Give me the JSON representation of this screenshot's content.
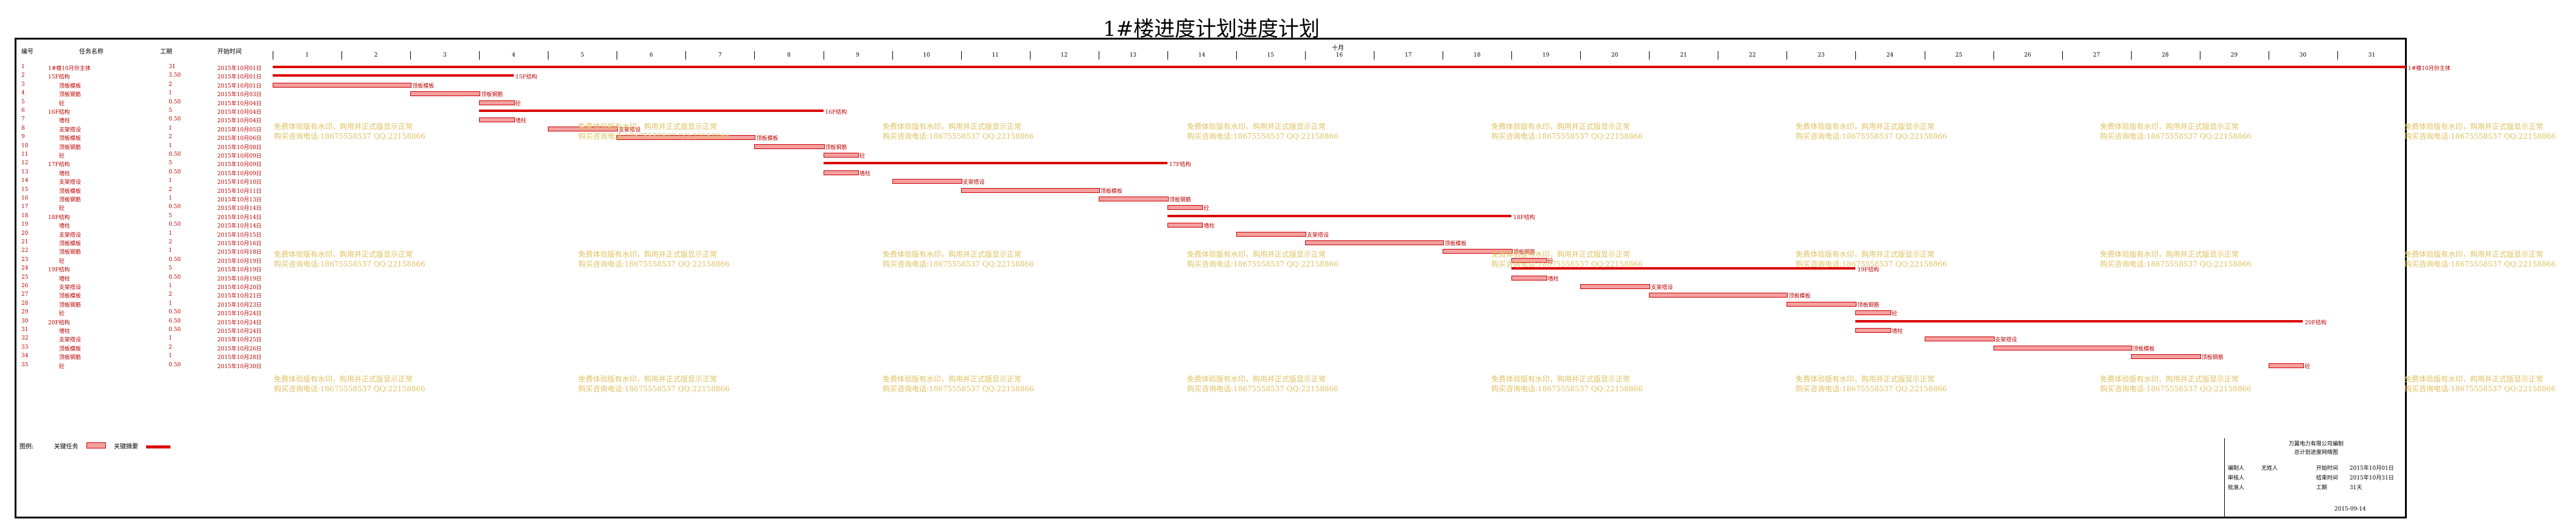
{
  "title": "1#楼进度计划进度计划",
  "headers": {
    "no": "编号",
    "task": "任务名称",
    "duration": "工期",
    "start": "开始时间",
    "month": "十月"
  },
  "days": [
    "1",
    "2",
    "3",
    "4",
    "5",
    "6",
    "7",
    "8",
    "9",
    "10",
    "11",
    "12",
    "13",
    "14",
    "15",
    "16",
    "17",
    "18",
    "19",
    "20",
    "21",
    "22",
    "23",
    "24",
    "25",
    "26",
    "27",
    "28",
    "29",
    "30",
    "31"
  ],
  "rows": [
    {
      "no": "1",
      "task": "1#楼10月份主体",
      "dur": "31",
      "start": "2015年10月01日"
    },
    {
      "no": "2",
      "task": "15F结构",
      "dur": "3.50",
      "start": "2015年10月01日"
    },
    {
      "no": "3",
      "task": "顶板模板",
      "dur": "2",
      "start": "2015年10月01日"
    },
    {
      "no": "4",
      "task": "顶板钢筋",
      "dur": "1",
      "start": "2015年10月03日"
    },
    {
      "no": "5",
      "task": "砼",
      "dur": "0.50",
      "start": "2015年10月04日"
    },
    {
      "no": "6",
      "task": "16F结构",
      "dur": "5",
      "start": "2015年10月04日"
    },
    {
      "no": "7",
      "task": "墙柱",
      "dur": "0.50",
      "start": "2015年10月04日"
    },
    {
      "no": "8",
      "task": "支架搭设",
      "dur": "1",
      "start": "2015年10月05日"
    },
    {
      "no": "9",
      "task": "顶板模板",
      "dur": "2",
      "start": "2015年10月06日"
    },
    {
      "no": "10",
      "task": "顶板钢筋",
      "dur": "1",
      "start": "2015年10月08日"
    },
    {
      "no": "11",
      "task": "砼",
      "dur": "0.50",
      "start": "2015年10月09日"
    },
    {
      "no": "12",
      "task": "17F结构",
      "dur": "5",
      "start": "2015年10月09日"
    },
    {
      "no": "13",
      "task": "墙柱",
      "dur": "0.50",
      "start": "2015年10月09日"
    },
    {
      "no": "14",
      "task": "支架搭设",
      "dur": "1",
      "start": "2015年10月10日"
    },
    {
      "no": "15",
      "task": "顶板模板",
      "dur": "2",
      "start": "2015年10月11日"
    },
    {
      "no": "16",
      "task": "顶板钢筋",
      "dur": "1",
      "start": "2015年10月13日"
    },
    {
      "no": "17",
      "task": "砼",
      "dur": "0.50",
      "start": "2015年10月14日"
    },
    {
      "no": "18",
      "task": "18F结构",
      "dur": "5",
      "start": "2015年10月14日"
    },
    {
      "no": "19",
      "task": "墙柱",
      "dur": "0.50",
      "start": "2015年10月14日"
    },
    {
      "no": "20",
      "task": "支架搭设",
      "dur": "1",
      "start": "2015年10月15日"
    },
    {
      "no": "21",
      "task": "顶板模板",
      "dur": "2",
      "start": "2015年10月16日"
    },
    {
      "no": "22",
      "task": "顶板钢筋",
      "dur": "1",
      "start": "2015年10月18日"
    },
    {
      "no": "23",
      "task": "砼",
      "dur": "0.50",
      "start": "2015年10月19日"
    },
    {
      "no": "24",
      "task": "19F结构",
      "dur": "5",
      "start": "2015年10月19日"
    },
    {
      "no": "25",
      "task": "墙柱",
      "dur": "0.50",
      "start": "2015年10月19日"
    },
    {
      "no": "26",
      "task": "支架搭设",
      "dur": "1",
      "start": "2015年10月20日"
    },
    {
      "no": "27",
      "task": "顶板模板",
      "dur": "2",
      "start": "2015年10月21日"
    },
    {
      "no": "28",
      "task": "顶板钢筋",
      "dur": "1",
      "start": "2015年10月23日"
    },
    {
      "no": "29",
      "task": "砼",
      "dur": "0.50",
      "start": "2015年10月24日"
    },
    {
      "no": "30",
      "task": "20F结构",
      "dur": "6.50",
      "start": "2015年10月24日"
    },
    {
      "no": "31",
      "task": "墙柱",
      "dur": "0.50",
      "start": "2015年10月24日"
    },
    {
      "no": "32",
      "task": "支架搭设",
      "dur": "1",
      "start": "2015年10月25日"
    },
    {
      "no": "33",
      "task": "顶板模板",
      "dur": "2",
      "start": "2015年10月26日"
    },
    {
      "no": "34",
      "task": "顶板钢筋",
      "dur": "1",
      "start": "2015年10月28日"
    },
    {
      "no": "35",
      "task": "砼",
      "dur": "0.50",
      "start": "2015年10月30日"
    }
  ],
  "watermark": {
    "line1": "免费体验版有水印，购用并正式版显示正常",
    "line2": "购买咨询电话:18675558537 QQ:22158866"
  },
  "legend": {
    "label": "图例:",
    "task": "关键任务",
    "summary": "关键摘要"
  },
  "info": {
    "company": "万翼电力有限公司编制",
    "project": "总计划进度网络图",
    "rows": [
      {
        "k": "编制人",
        "v": "无姓人"
      },
      {
        "k": "审核人",
        "v": ""
      },
      {
        "k": "批准人",
        "v": ""
      },
      {
        "k": "开始时间",
        "v": "2015年10月01日"
      },
      {
        "k": "结束时间",
        "v": "2015年10月31日"
      },
      {
        "k": "工期",
        "v": "31天"
      }
    ],
    "date": "2015-09-14"
  }
}
